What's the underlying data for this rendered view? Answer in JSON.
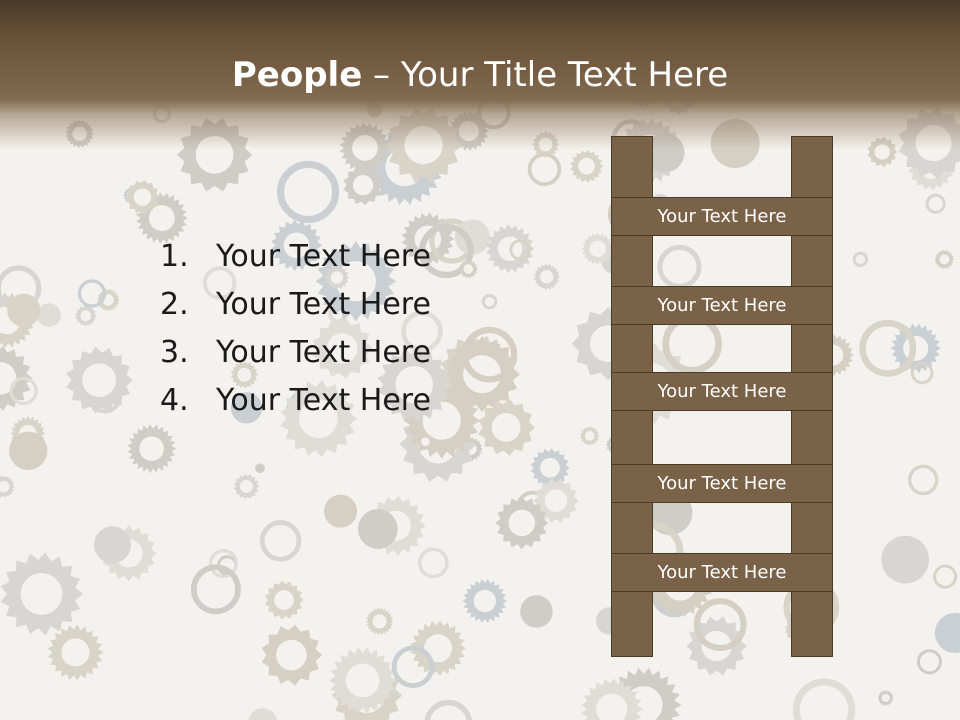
{
  "title": {
    "bold": "People",
    "rest": " – Your Title Text Here"
  },
  "list": [
    {
      "num": "1.",
      "text": "Your Text Here"
    },
    {
      "num": "2.",
      "text": "Your Text Here"
    },
    {
      "num": "3.",
      "text": "Your Text Here"
    },
    {
      "num": "4.",
      "text": "Your Text Here"
    }
  ],
  "ladder_rungs": [
    "Your Text Here",
    "Your Text Here",
    "Your Text Here",
    "Your Text Here",
    "Your Text Here"
  ],
  "colors": {
    "header": "#7a6248",
    "ladder": "#7a6248",
    "ladder_border": "#4a3a28",
    "background": "#f4f2ee"
  }
}
